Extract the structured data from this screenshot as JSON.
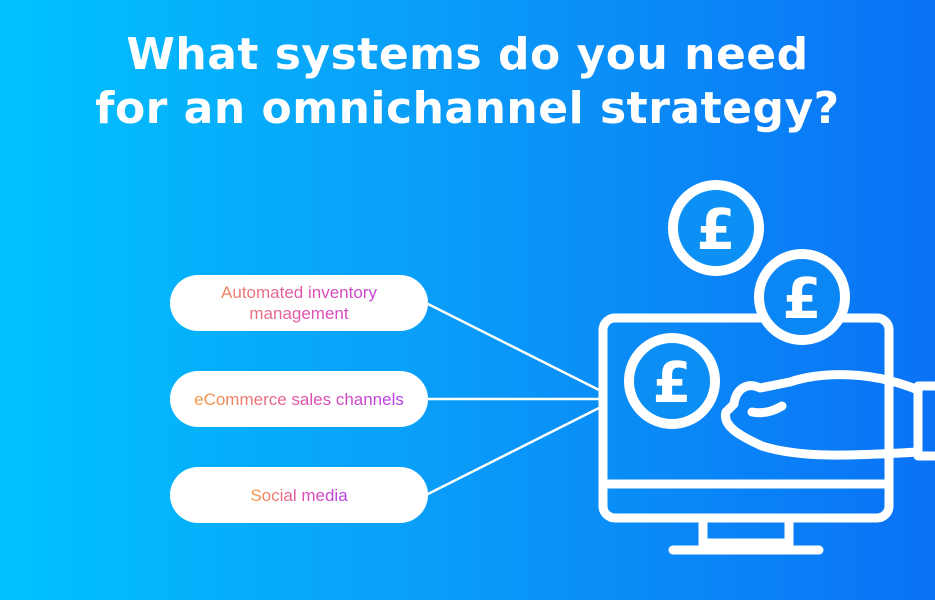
{
  "title": {
    "line1": "What systems do you need",
    "line2": "for an omnichannel strategy?"
  },
  "systems": [
    {
      "label": "Automated inventory management"
    },
    {
      "label": "eCommerce sales channels"
    },
    {
      "label": "Social media"
    }
  ],
  "illustration": {
    "icons": [
      "computer-monitor-icon",
      "hand-icon",
      "pound-coin-icon"
    ],
    "coin_symbol": "£"
  },
  "colors": {
    "background_start": "#00c2ff",
    "background_end": "#0a72f6",
    "pill_background": "#ffffff",
    "pill_text_start": "#f59a3c",
    "pill_text_end": "#b43ce6",
    "line_art": "#ffffff"
  }
}
